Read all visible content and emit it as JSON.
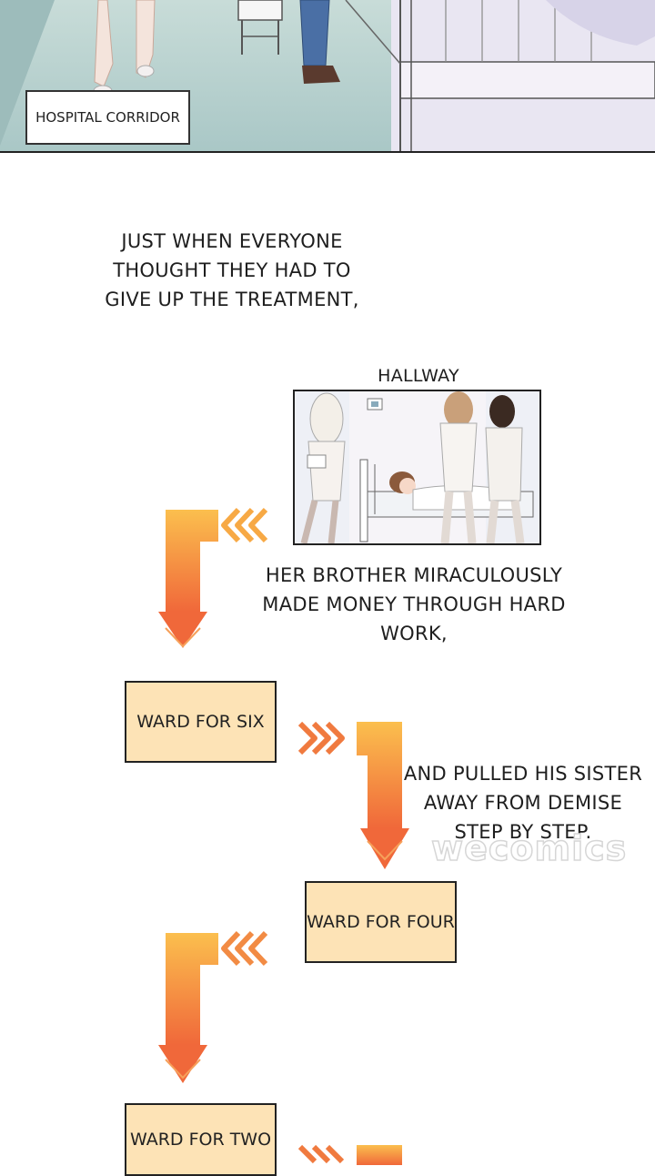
{
  "top_panel": {
    "location_label": "HOSPITAL CORRIDOR"
  },
  "narration": {
    "line1": "JUST WHEN EVERYONE",
    "line2": "THOUGHT THEY HAD TO",
    "line3": "GIVE UP THE TREATMENT,",
    "brother_line1": "HER BROTHER MIRACULOUSLY",
    "brother_line2": "MADE MONEY THROUGH HARD",
    "brother_line3": "WORK,",
    "sister_line1": "AND PULLED HIS SISTER",
    "sister_line2": "AWAY FROM DEMISE",
    "sister_line3": "STEP BY STEP."
  },
  "hallway_panel": {
    "label": "HALLWAY"
  },
  "wards": [
    {
      "label": "WARD FOR SIX"
    },
    {
      "label": "WARD FOR FOUR"
    },
    {
      "label": "WARD FOR TWO"
    }
  ],
  "watermark": "wecomics",
  "colors": {
    "arrow_light": "#fbbf4e",
    "arrow_dark": "#f0683a",
    "ward_fill": "#fde3b6"
  }
}
